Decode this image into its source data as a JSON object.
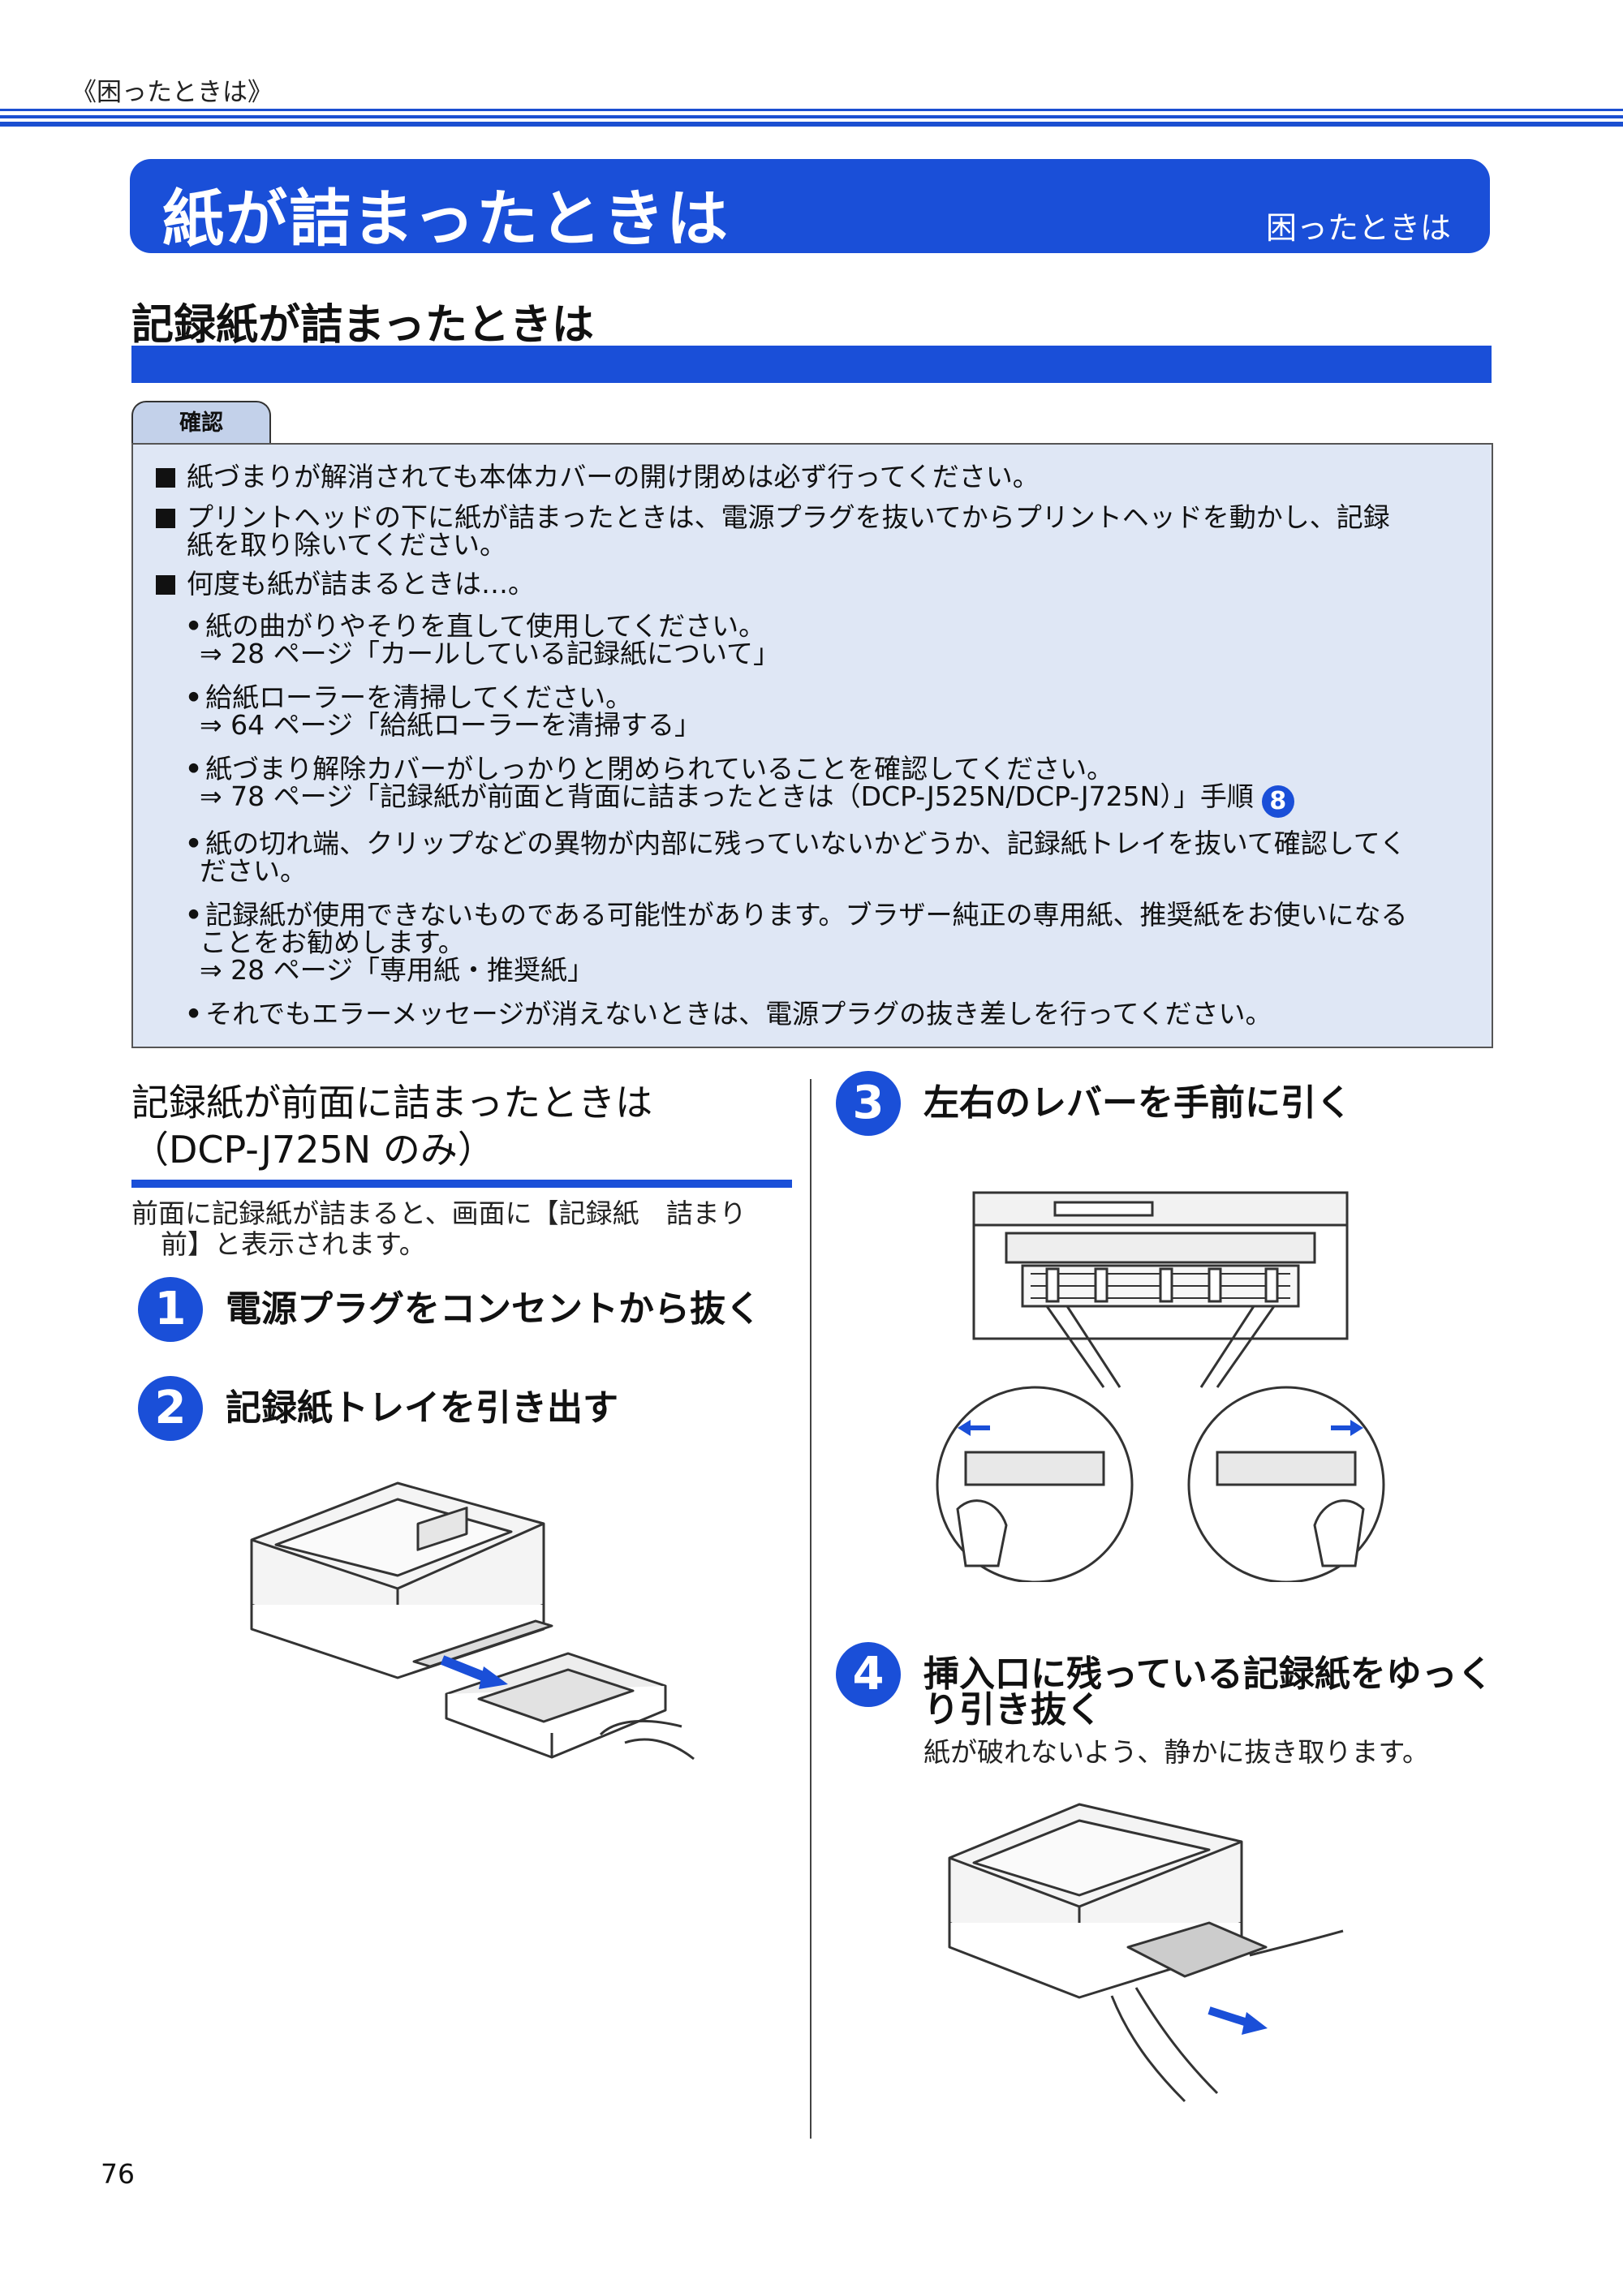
{
  "header": {
    "breadcrumb": "《困ったときは》"
  },
  "banner": {
    "title": "紙が詰まったときは",
    "chapter_tab": "困ったときは"
  },
  "section": {
    "title": "記録紙が詰まったときは"
  },
  "confirm": {
    "tab_label": "確認",
    "item1": "紙づまりが解消されても本体カバーの開け閉めは必ず行ってください。",
    "item2_line1": "プリントヘッドの下に紙が詰まったときは、電源プラグを抜いてからプリントヘッドを動かし、記録",
    "item2_line2": "紙を取り除いてください。",
    "item3": "何度も紙が詰まるときは…。",
    "b1_line1": "紙の曲がりやそりを直して使用してください。",
    "b1_ref": "⇒ 28 ページ「カールしている記録紙について」",
    "b2_line1": "給紙ローラーを清掃してください。",
    "b2_ref": "⇒ 64 ページ「給紙ローラーを清掃する」",
    "b3_line1": "紙づまり解除カバーがしっかりと閉められていることを確認してください。",
    "b3_ref": "⇒ 78 ページ「記録紙が前面と背面に詰まったときは（DCP-J525N/DCP-J725N）」手順",
    "b3_step": "8",
    "b4_line1": "紙の切れ端、クリップなどの異物が内部に残っていないかどうか、記録紙トレイを抜いて確認してく",
    "b4_line2": "ださい。",
    "b5_line1": "記録紙が使用できないものである可能性があります。ブラザー純正の専用紙、推奨紙をお使いになる",
    "b5_line2": "ことをお勧めします。",
    "b5_ref": "⇒ 28 ページ「専用紙・推奨紙」",
    "b6_line1": "それでもエラーメッセージが消えないときは、電源プラグの抜き差しを行ってください。"
  },
  "front_jam": {
    "title_line1": "記録紙が前面に詰まったときは",
    "title_line2": "（DCP-J725N のみ）",
    "intro_line1": "前面に記録紙が詰まると、画面に【記録紙　詰まり",
    "intro_line2": "前】と表示されます。"
  },
  "steps": [
    {
      "num": "1",
      "label": "電源プラグをコンセントから抜く"
    },
    {
      "num": "2",
      "label": "記録紙トレイを引き出す"
    },
    {
      "num": "3",
      "label": "左右のレバーを手前に引く"
    },
    {
      "num": "4",
      "label_line1": "挿入口に残っている記録紙をゆっく",
      "label_line2": "り引き抜く",
      "desc": "紙が破れないよう、静かに抜き取ります。"
    }
  ],
  "page": {
    "number": "76"
  },
  "colors": {
    "accent": "#1a4fd8",
    "confirm_bg": "#dfe7f5",
    "confirm_tab": "#c3d1ea"
  }
}
